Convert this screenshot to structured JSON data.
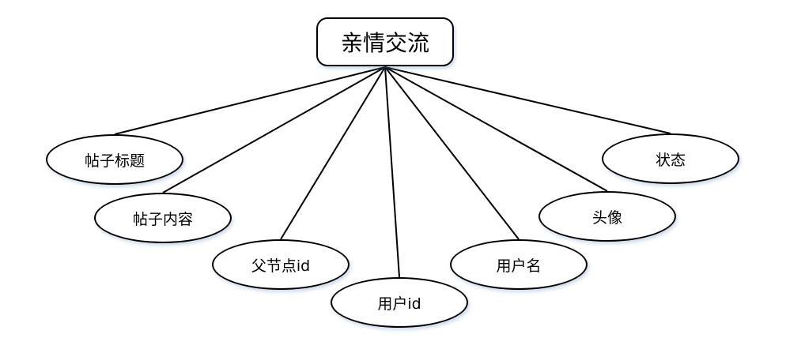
{
  "entity": {
    "label": "亲情交流"
  },
  "attributes": [
    {
      "id": "post-title",
      "label": "帖子标题"
    },
    {
      "id": "post-content",
      "label": "帖子内容"
    },
    {
      "id": "parent-node-id",
      "label": "父节点id"
    },
    {
      "id": "user-id",
      "label": "用户id"
    },
    {
      "id": "username",
      "label": "用户名"
    },
    {
      "id": "avatar",
      "label": "头像"
    },
    {
      "id": "status",
      "label": "状态"
    }
  ]
}
